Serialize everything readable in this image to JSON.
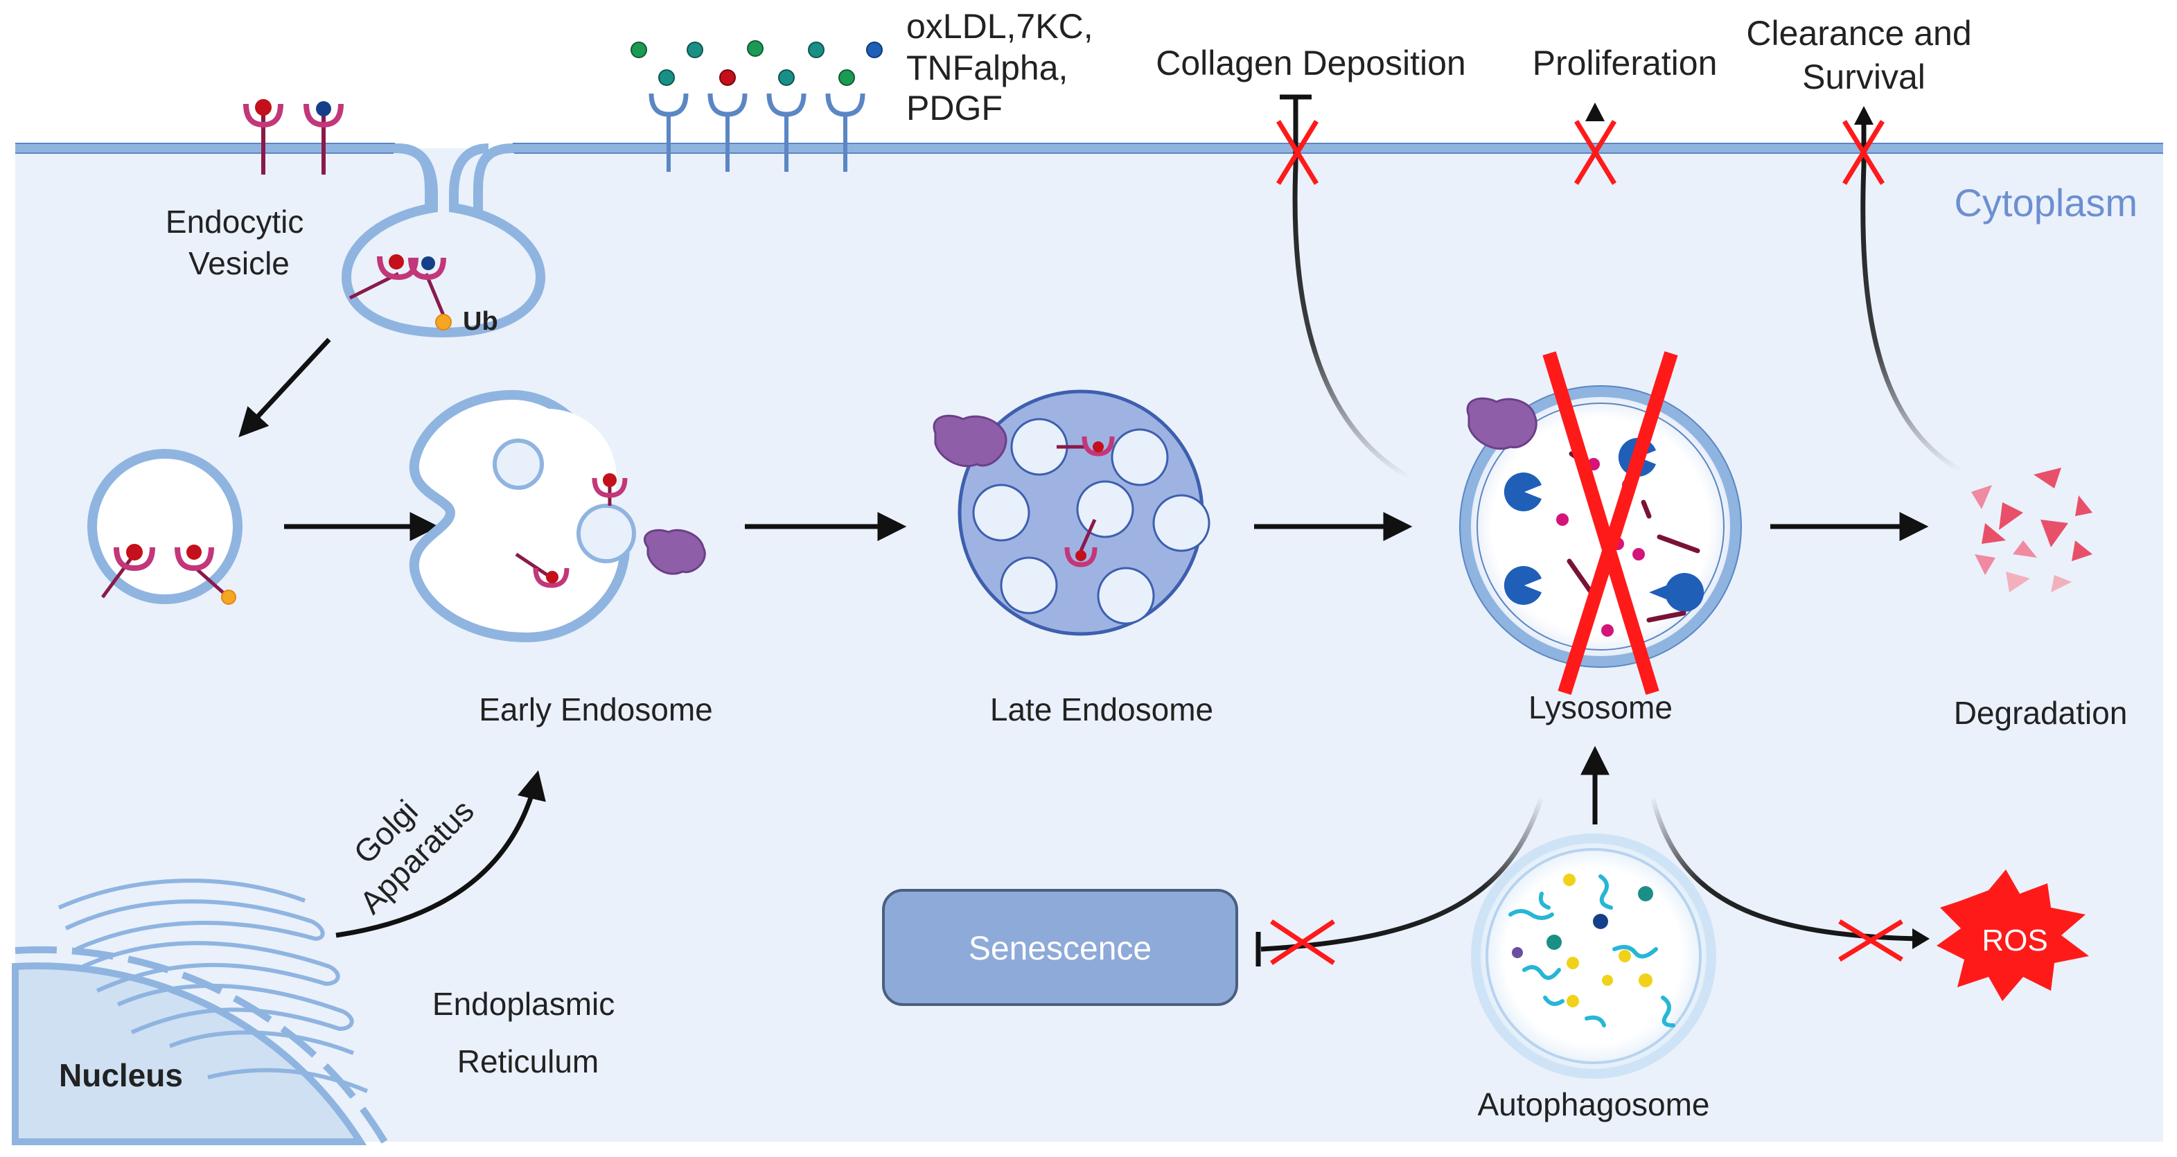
{
  "labels": {
    "ligands": [
      "oxLDL,7KC,",
      "TNFalpha,",
      "PDGF"
    ],
    "collagen": "Collagen Deposition",
    "proliferation": "Proliferation",
    "clearance": [
      "Clearance and",
      "Survival"
    ],
    "cytoplasm": "Cytoplasm",
    "endocytic": [
      "Endocytic",
      "Vesicle"
    ],
    "ub": "Ub",
    "early_endosome": "Early Endosome",
    "late_endosome": "Late Endosome",
    "lysosome": "Lysosome",
    "degradation": "Degradation",
    "golgi": [
      "Golgi",
      "Apparatus"
    ],
    "er": [
      "Endoplasmic",
      "Reticulum"
    ],
    "nucleus": "Nucleus",
    "senescence": "Senescence",
    "autophagosome": "Autophagosome",
    "ros": "ROS"
  },
  "colors": {
    "cytoplasm_fill": "#eaf1fb",
    "membrane": "#8fb4e0",
    "membrane_dark": "#5b86c4",
    "receptor": "#8a1a4a",
    "receptor_arm": "#c2377a",
    "ligand_red": "#c3101a",
    "ligand_blue": "#163f8a",
    "ligand_green": "#1c9a55",
    "ligand_teal": "#1a8f86",
    "ub": "#f5a623",
    "block_red": "#ff1a1a",
    "protein": "#8e5fa8",
    "late_endo_fill": "#9fb3e3",
    "senescence_fill": "#8eaad8",
    "ros": "#ff1a1a",
    "cytoplasm_text": "#6d8fd0",
    "fragment": "#e8506a"
  }
}
